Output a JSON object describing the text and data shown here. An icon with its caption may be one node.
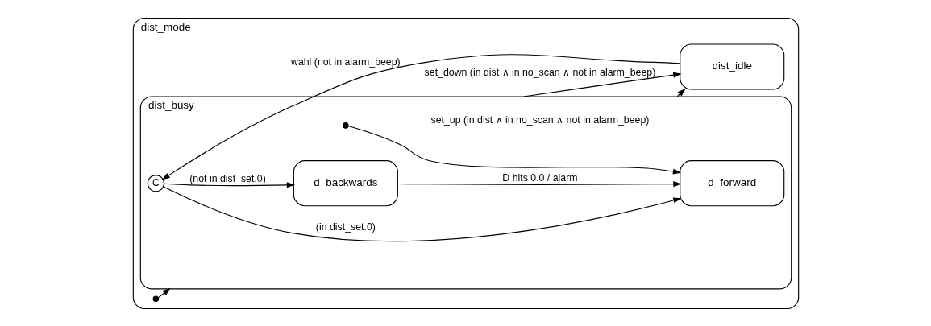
{
  "diagram": {
    "nodes": [
      {
        "text": [
          "dist_mode"
        ]
      },
      {
        "text": [],
        "shape": "dot",
        "in": 0
      },
      {
        "text": [
          "dist_busy"
        ],
        "in": 0
      },
      {
        "text": [],
        "shape": "dot",
        "in": 2
      },
      {
        "text": [
          "d_forward"
        ],
        "in": 2
      },
      {
        "text": [
          "d_backwards"
        ],
        "in": 2
      },
      {
        "text": [
          "C"
        ],
        "in": 2
      },
      {
        "text": [
          "dist_idle"
        ],
        "in": 0
      }
    ],
    "edges": [
      {
        "from": 1,
        "to": 2,
        "arrow": "to"
      },
      {
        "from": 3,
        "to": 4,
        "arrow": "to"
      },
      {
        "from": 5,
        "to": 4,
        "arrow": "to",
        "label": "D hits 0.0 / alarm"
      },
      {
        "from": 6,
        "to": 4,
        "arrow": "to",
        "label": "(in dist_set.0)"
      },
      {
        "from": 6,
        "to": 5,
        "arrow": "to",
        "label": "(not in dist_set.0)"
      },
      {
        "from": 2,
        "to": 7,
        "arrow": "to",
        "label": "set_up (in dist ∧ in no_scan ∧ not in alarm_beep)"
      },
      {
        "from": 2,
        "to": 7,
        "arrow": "to",
        "label": "set_down (in dist ∧ in no_scan ∧ not in alarm_beep)"
      },
      {
        "from": 7,
        "to": 6,
        "arrow": "to",
        "label": "wahl (not in alarm_beep)"
      }
    ]
  }
}
